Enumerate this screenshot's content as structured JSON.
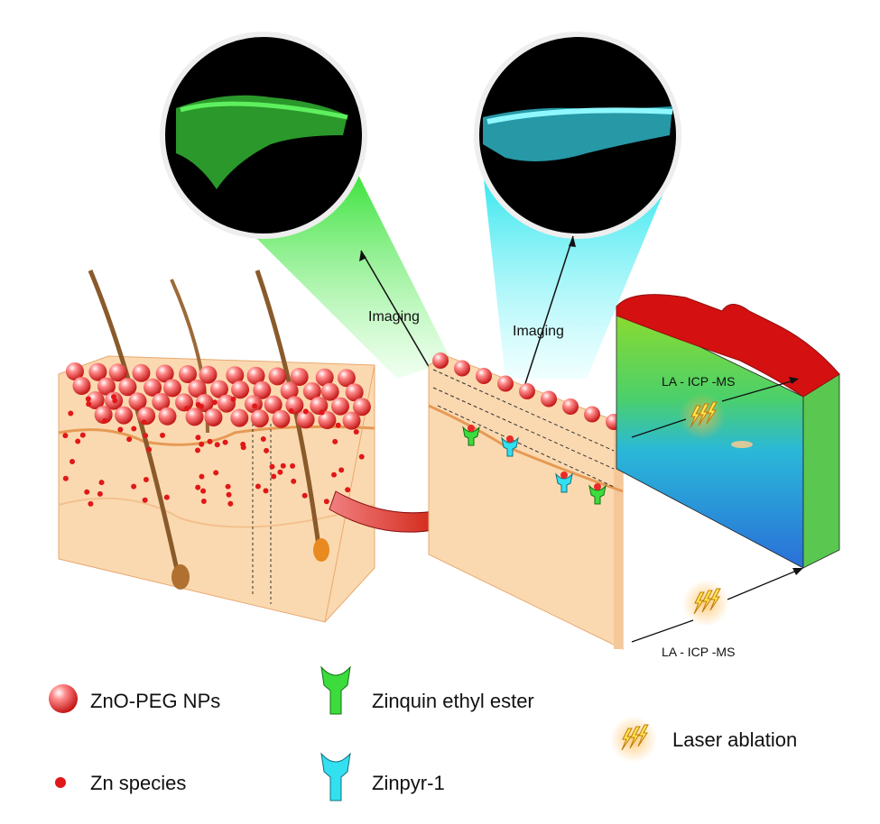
{
  "diagram": {
    "imaging_label_left": "Imaging",
    "imaging_label_right": "Imaging",
    "la_label_upper": "LA - ICP -MS",
    "la_label_lower": "LA - ICP -MS"
  },
  "legend": {
    "nanoparticles": "ZnO-PEG NPs",
    "zn_species": "Zn species",
    "zinquin": "Zinquin ethyl ester",
    "zinpyr": "Zinpyr-1",
    "laser": "Laser ablation"
  },
  "colors": {
    "green_probe": "#3ddc3d",
    "cyan_probe": "#33e0f0",
    "np_red": "#e83a3a",
    "skin": "#fbd9b0",
    "arrow_red": "#d4261c"
  }
}
